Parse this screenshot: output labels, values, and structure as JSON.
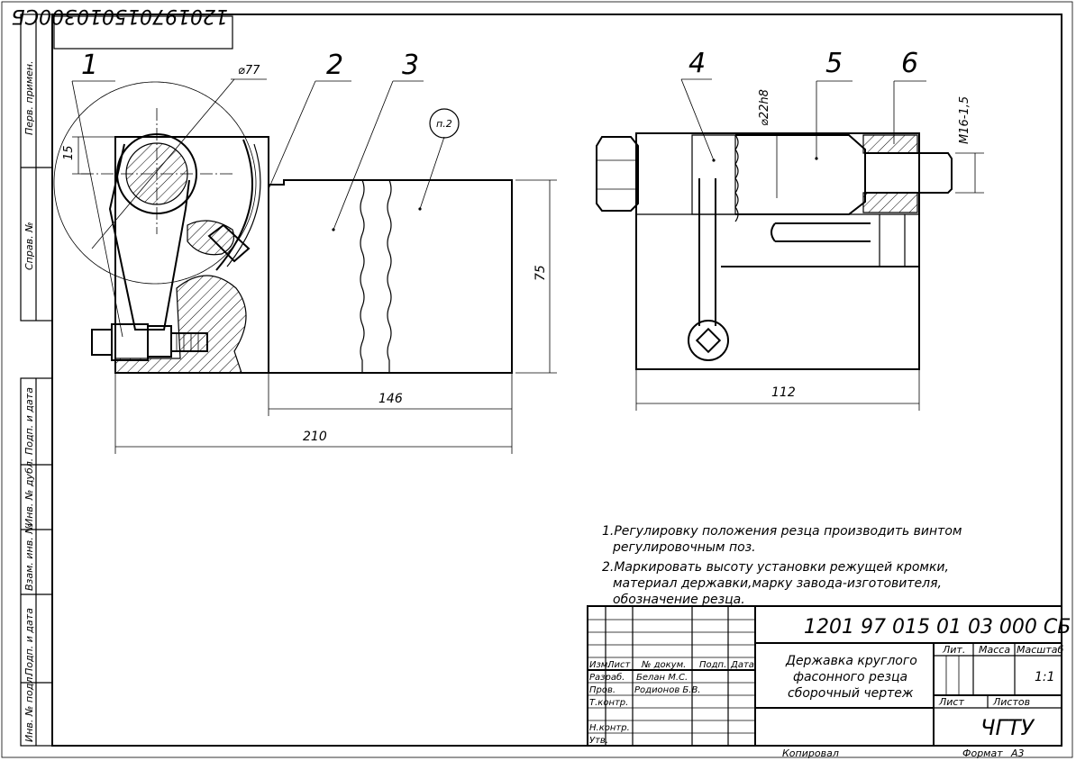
{
  "drawing": {
    "doc_number_rotated": "120197015010300СБ",
    "doc_number": "1201 97 015 01 03 000 СБ",
    "title_lines": [
      "Державка круглого",
      "фасонного резца",
      "сборочный чертеж"
    ],
    "organization": "ЧГТУ",
    "scale": "1:1",
    "copied_label": "Копировал",
    "format_label": "Формат",
    "format_value": "А3"
  },
  "left_strip": [
    "Перв. примен.",
    "Справ. №",
    "Подп. и дата",
    "Инв. № дубл.",
    "Взам. инв. №",
    "Подп. и дата",
    "Инв. № подл."
  ],
  "title_block": {
    "headers": [
      "Изм.",
      "Лист",
      "№ докум.",
      "Подп.",
      "Дата"
    ],
    "rows": [
      {
        "role": "Разраб.",
        "name": "Белан М.С."
      },
      {
        "role": "Пров.",
        "name": "Родионов Б.В."
      },
      {
        "role": "Т.контр.",
        "name": ""
      },
      {
        "role": "",
        "name": ""
      },
      {
        "role": "Н.контр.",
        "name": ""
      },
      {
        "role": "Утв.",
        "name": ""
      }
    ],
    "lit_label": "Лит.",
    "mass_label": "Масса",
    "scale_label": "Масштаб",
    "sheet_label": "Лист",
    "sheets_label": "Листов"
  },
  "notes": [
    "1.Регулировку положения резца производить винтом",
    "регулировочным поз.",
    "2.Маркировать высоту установки режущей кромки,",
    "материал державки,марку завода-изготовителя,",
    "обозначение резца."
  ],
  "callouts": [
    "1",
    "2",
    "3",
    "4",
    "5",
    "6"
  ],
  "dimensions": {
    "d77": "⌀77",
    "d15": "15",
    "d75": "75",
    "d146": "146",
    "d210": "210",
    "d112": "112",
    "d22": "⌀22h8",
    "m16": "М16-1,5"
  },
  "note_bubble": "п.2"
}
